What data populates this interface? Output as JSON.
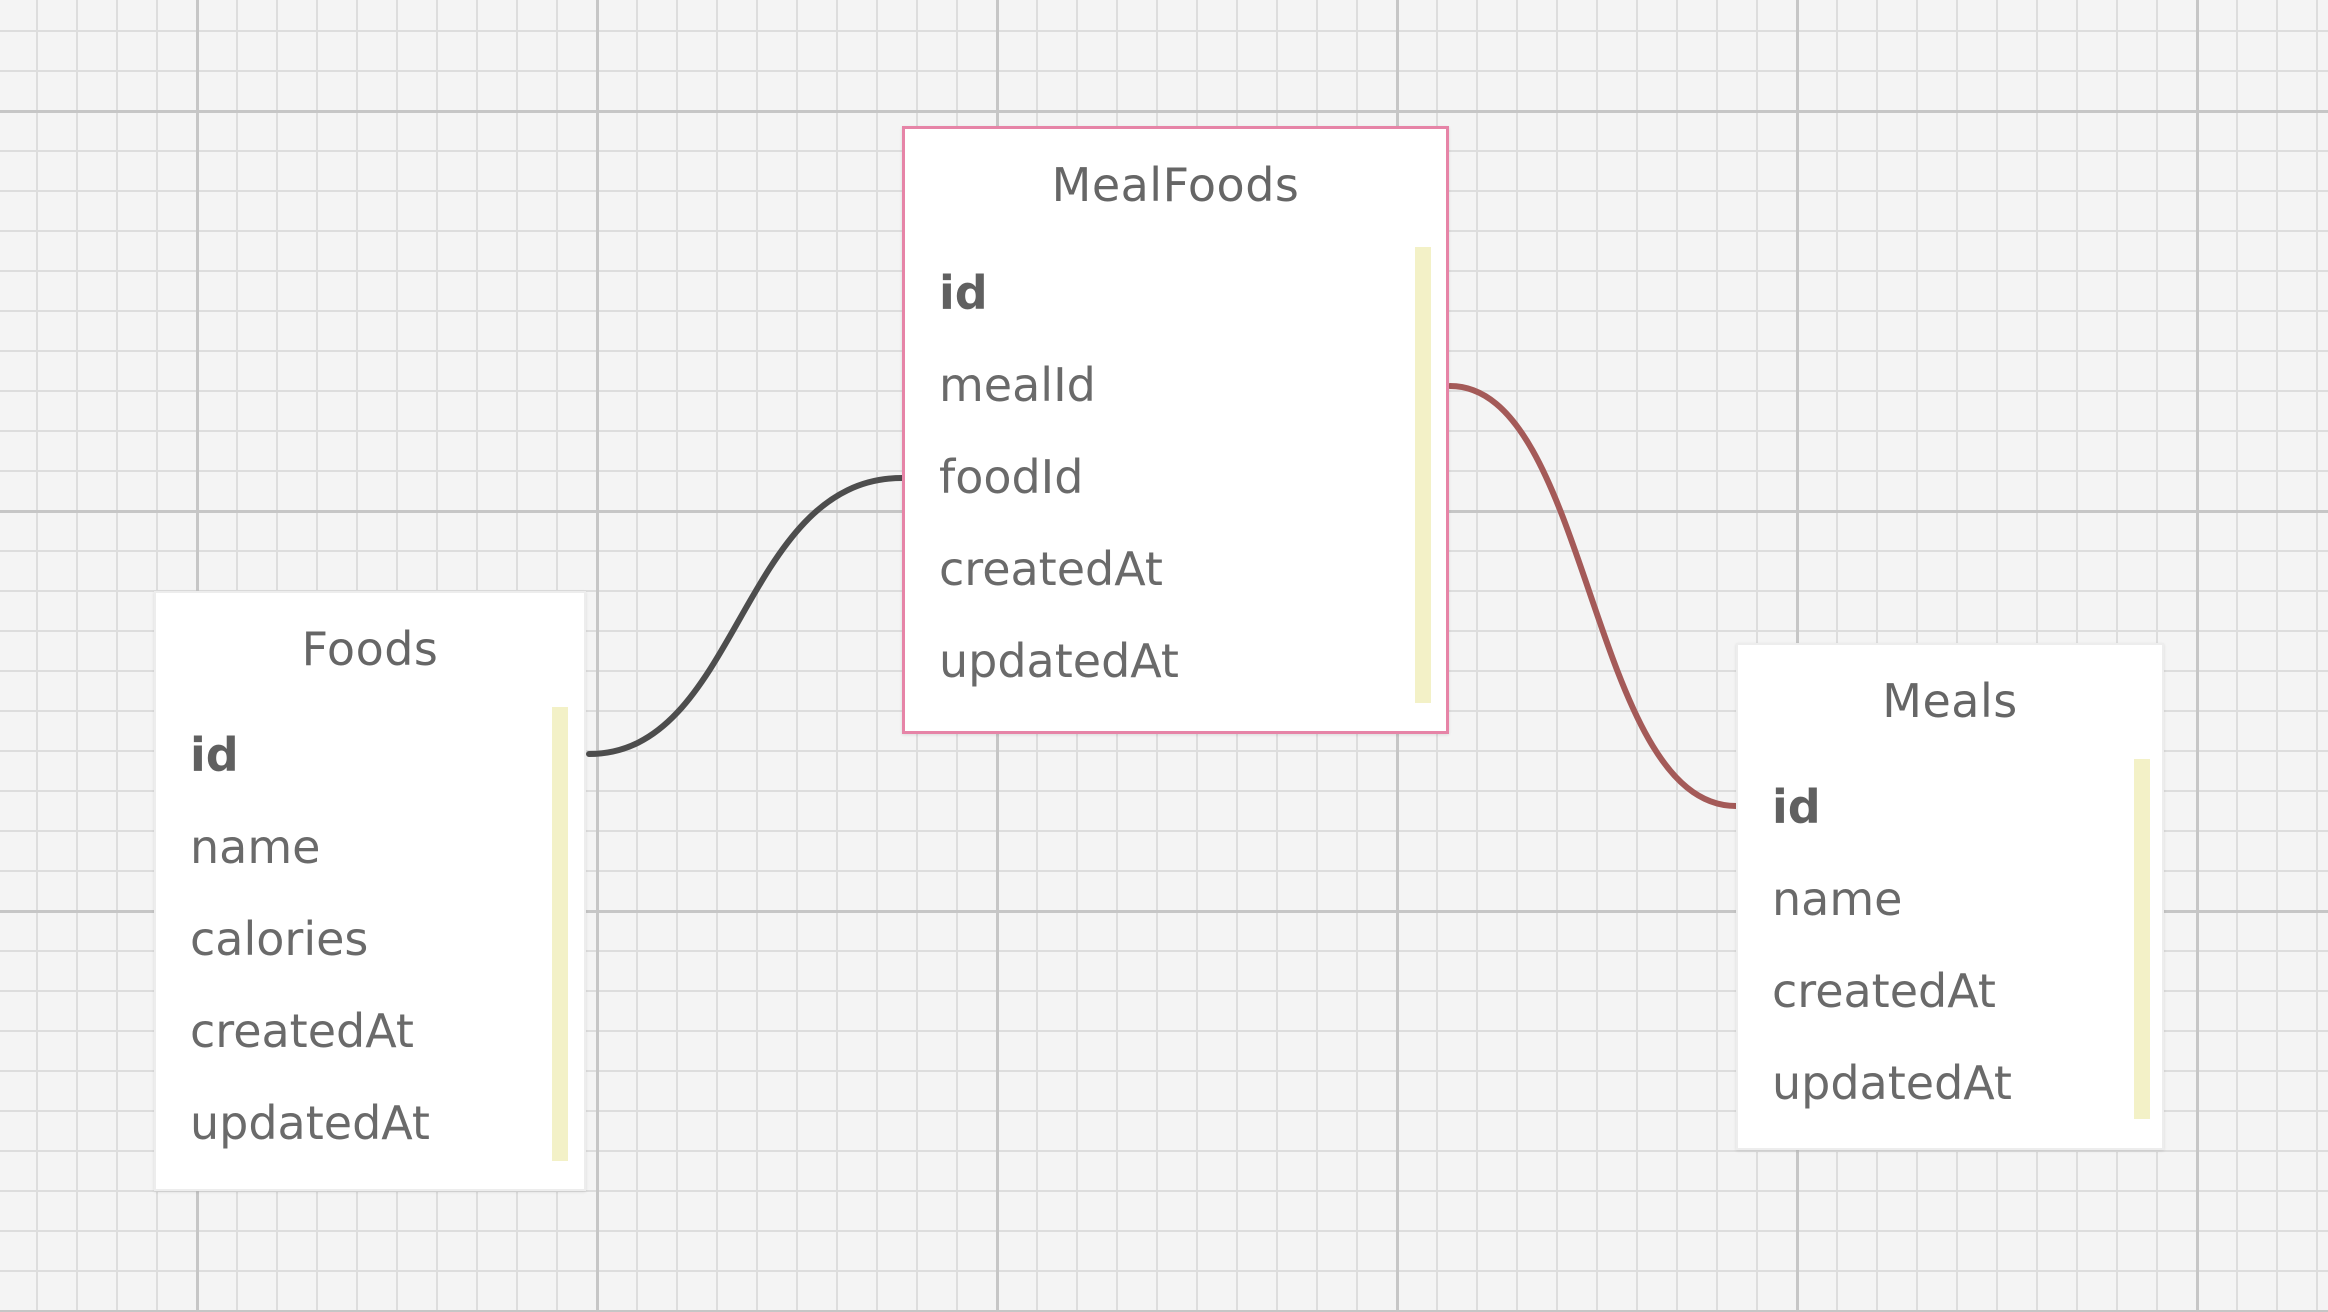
{
  "tables": {
    "foods": {
      "title": "Foods",
      "fields": [
        "id",
        "name",
        "calories",
        "createdAt",
        "updatedAt"
      ]
    },
    "mealfoods": {
      "title": "MealFoods",
      "fields": [
        "id",
        "mealId",
        "foodId",
        "createdAt",
        "updatedAt"
      ]
    },
    "meals": {
      "title": "Meals",
      "fields": [
        "id",
        "name",
        "createdAt",
        "updatedAt"
      ]
    }
  },
  "relations": [
    {
      "from": "Foods.id",
      "to": "MealFoods.foodId",
      "color": "#4d4d4d"
    },
    {
      "from": "MealFoods.mealId",
      "to": "Meals.id",
      "color": "#a45a58"
    }
  ],
  "colors": {
    "selected_border": "#e684a7",
    "scroll_track": "#f3f1c7",
    "grid_major": "#c6c6c6",
    "grid_minor": "#dddddd"
  }
}
